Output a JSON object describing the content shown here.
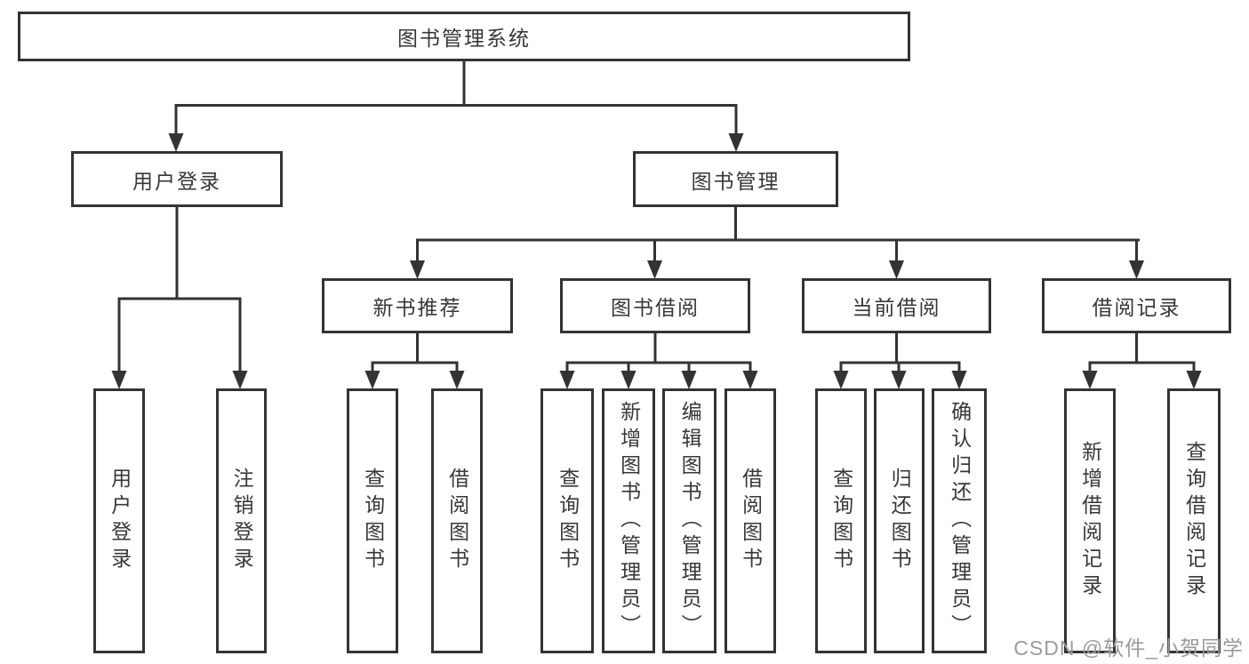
{
  "diagram": {
    "root": {
      "label": "图书管理系统"
    },
    "branches": [
      {
        "label": "用户登录",
        "children": [
          {
            "label": "用户登录"
          },
          {
            "label": "注销登录"
          }
        ]
      },
      {
        "label": "图书管理",
        "children": [
          {
            "label": "新书推荐",
            "children": [
              {
                "label": "查询图书"
              },
              {
                "label": "借阅图书"
              }
            ]
          },
          {
            "label": "图书借阅",
            "children": [
              {
                "label": "查询图书"
              },
              {
                "label": "新增图书（管理员）"
              },
              {
                "label": "编辑图书（管理员）"
              },
              {
                "label": "借阅图书"
              }
            ]
          },
          {
            "label": "当前借阅",
            "children": [
              {
                "label": "查询图书"
              },
              {
                "label": "归还图书"
              },
              {
                "label": "确认归还（管理员）"
              }
            ]
          },
          {
            "label": "借阅记录",
            "children": [
              {
                "label": "新增借阅记录"
              },
              {
                "label": "查询借阅记录"
              }
            ]
          }
        ]
      }
    ]
  },
  "watermark": {
    "text": "CSDN @软件_小贺同学"
  },
  "colors": {
    "line": "#333333",
    "text": "#383838",
    "watermark": "#9b9b9b",
    "background": "#ffffff"
  }
}
